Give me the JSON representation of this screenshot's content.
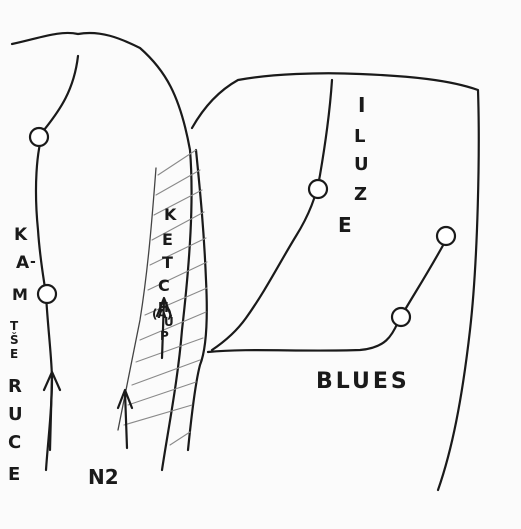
{
  "labels": {
    "kamena": [
      "K",
      "A",
      "M",
      "-"
    ],
    "kamena_extra": [
      "T",
      "Š",
      "E"
    ],
    "ruce": [
      "R",
      "U",
      "C",
      "E"
    ],
    "ketchup": [
      "K",
      "E",
      "T",
      "C",
      "H",
      "U",
      "P"
    ],
    "ketchup_note": "(A)",
    "iluze": [
      "I",
      "L",
      "U",
      "Z",
      "E"
    ],
    "blues": "BLUES",
    "n2": "N2"
  }
}
